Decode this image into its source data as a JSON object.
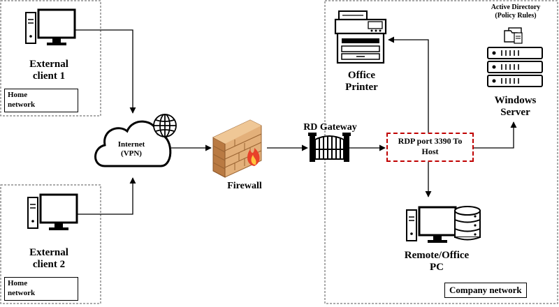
{
  "external_client_1": {
    "title_line1": "External",
    "title_line2": "client 1",
    "network_tag_line1": "Home",
    "network_tag_line2": "network"
  },
  "external_client_2": {
    "title_line1": "External",
    "title_line2": "client 2",
    "network_tag_line1": "Home",
    "network_tag_line2": "network"
  },
  "internet": {
    "line1": "Internet",
    "line2": "(VPN)"
  },
  "firewall": {
    "label": "Firewall"
  },
  "rd_gateway": {
    "label": "RD Gateway"
  },
  "rdp": {
    "line1": "RDP port 3390 To",
    "line2": "Host"
  },
  "printer": {
    "line1": "Office",
    "line2": "Printer"
  },
  "active_directory": {
    "line1": "Active Directory",
    "line2": "(Policy Rules)"
  },
  "windows_server": {
    "line1": "Windows",
    "line2": "Server"
  },
  "remote_pc": {
    "line1": "Remote/Office",
    "line2": "PC"
  },
  "company_network": {
    "label": "Company network"
  },
  "colors": {
    "rdp_border": "#c00000",
    "brick": "#c98a4e",
    "flame": "#e8412a"
  }
}
